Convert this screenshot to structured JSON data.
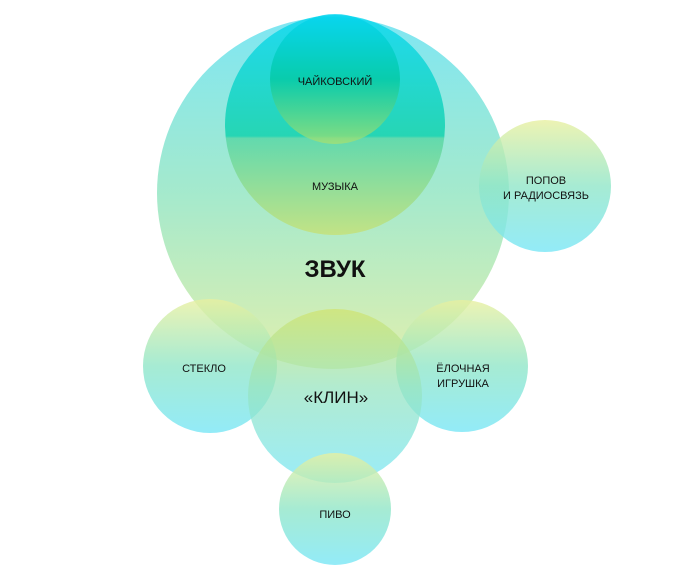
{
  "diagram": {
    "center": {
      "label": "ЗВУК"
    },
    "nodes": [
      {
        "id": "music",
        "label": "МУЗЫКА"
      },
      {
        "id": "tchaikovsky",
        "label": "ЧАЙКОВСКИЙ"
      },
      {
        "id": "popov",
        "lines": [
          "ПОПОВ",
          "И РАДИОСВЯЗЬ"
        ]
      },
      {
        "id": "glass",
        "label": "СТЕКЛО"
      },
      {
        "id": "klin",
        "label": "«КЛИН»"
      },
      {
        "id": "toy",
        "lines": [
          "ЁЛОЧНАЯ",
          "ИГРУШКА"
        ]
      },
      {
        "id": "beer",
        "label": "ПИВО"
      }
    ]
  },
  "colors": {
    "cyan": "#00d8ee",
    "green": "#00d0a8",
    "yellow": "#d8e87a"
  }
}
